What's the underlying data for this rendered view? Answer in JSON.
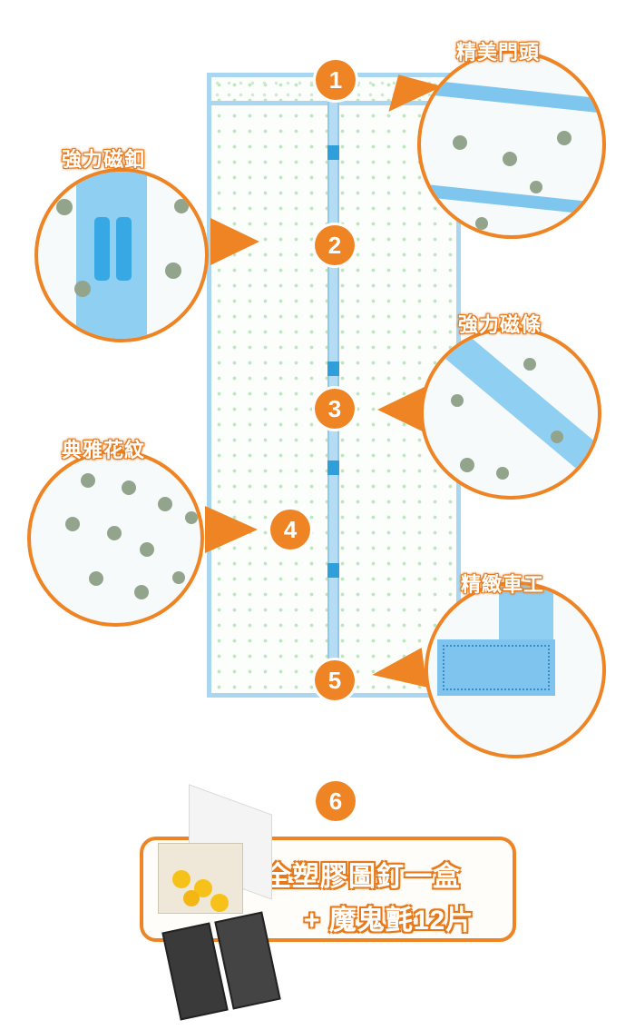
{
  "labels": {
    "header": "精美門頭",
    "magnet_nail": "強力磁釦",
    "magnet_strip": "強力磁條",
    "pattern": "典雅花紋",
    "stitching": "精緻車工"
  },
  "badges": [
    "1",
    "2",
    "3",
    "4",
    "5",
    "6"
  ],
  "promo": {
    "line1": "安全塑膠圖釘一盒",
    "line2": "+ 魔鬼氈12片"
  },
  "colors": {
    "accent": "#ee8424",
    "curtain_border": "#a9d7f1",
    "seam_blue": "#2f9fdc"
  }
}
